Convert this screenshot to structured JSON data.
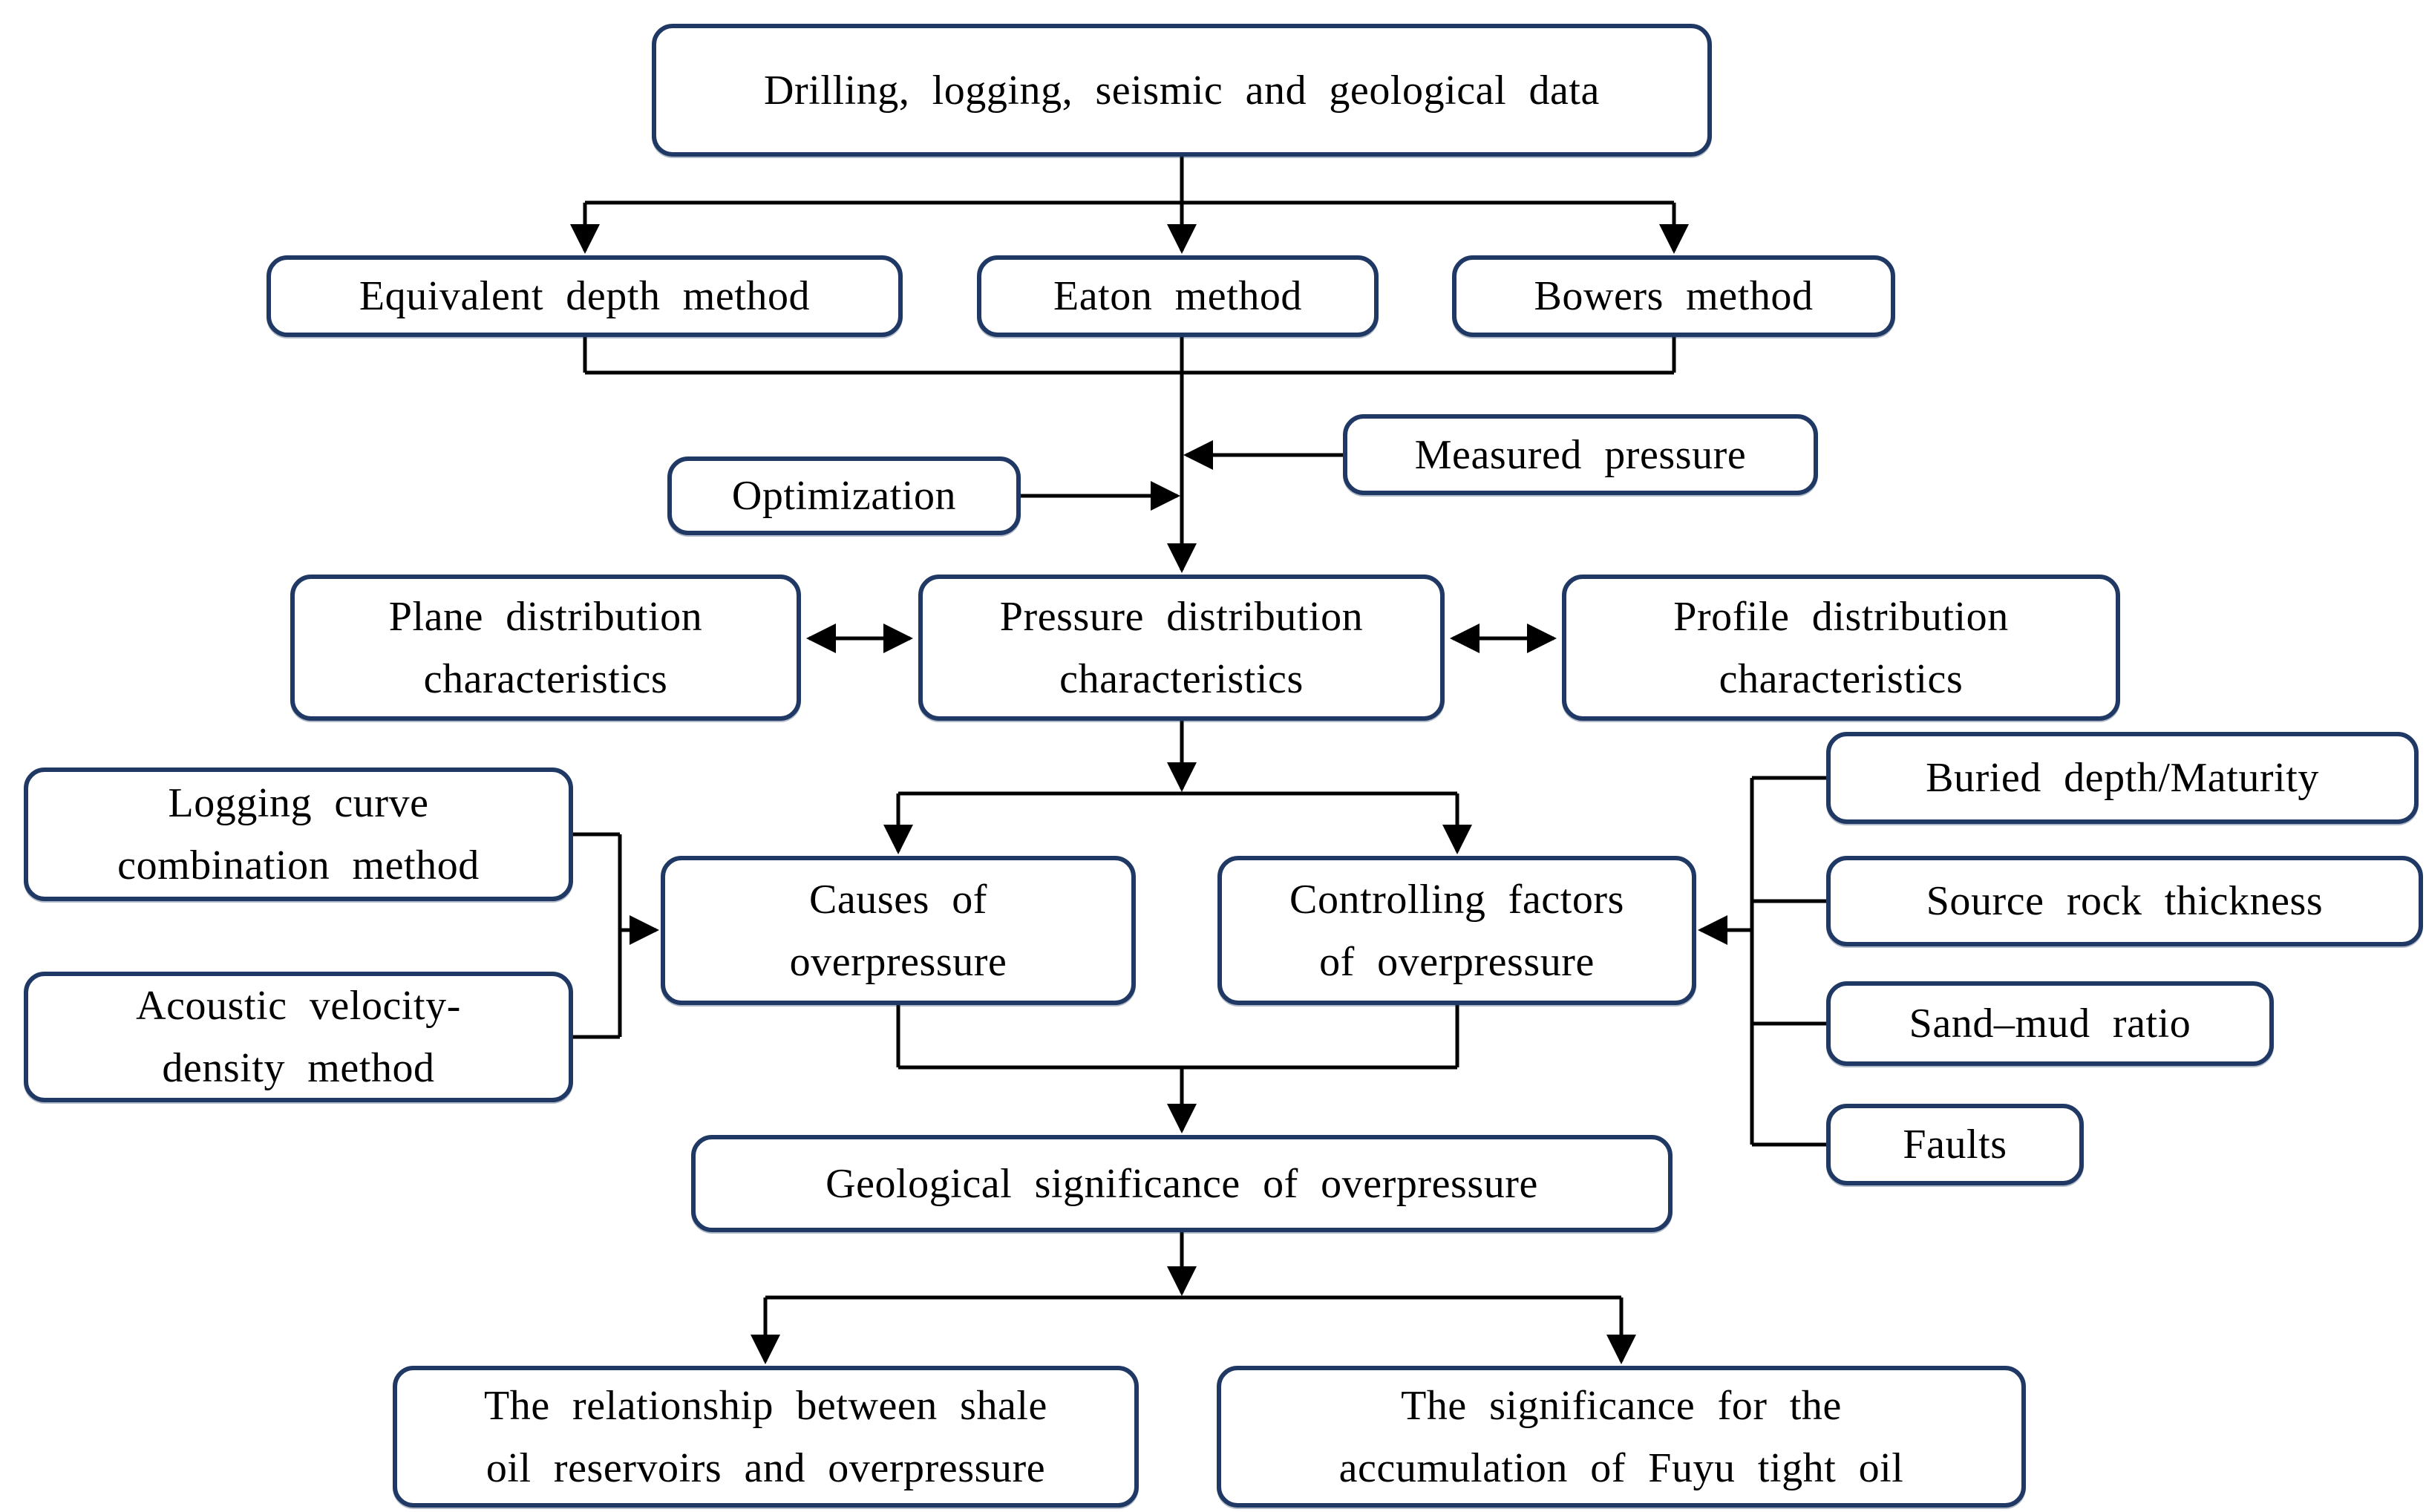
{
  "diagram": {
    "nodes": {
      "top_data": {
        "label": "Drilling, logging, seismic and geological data"
      },
      "equivalent_depth": {
        "label": "Equivalent depth method"
      },
      "eaton": {
        "label": "Eaton method"
      },
      "bowers": {
        "label": "Bowers method"
      },
      "optimization": {
        "label": "Optimization"
      },
      "measured_pressure": {
        "label": "Measured pressure"
      },
      "plane_distribution": {
        "label": "Plane distribution\ncharacteristics"
      },
      "pressure_distribution": {
        "label": "Pressure distribution\ncharacteristics"
      },
      "profile_distribution": {
        "label": "Profile distribution\ncharacteristics"
      },
      "logging_curve": {
        "label": "Logging curve\ncombination method"
      },
      "acoustic_velocity": {
        "label": "Acoustic velocity-\ndensity method"
      },
      "causes": {
        "label": "Causes of\noverpressure"
      },
      "controlling_factors": {
        "label": "Controlling factors\nof overpressure"
      },
      "buried_depth": {
        "label": "Buried depth/Maturity"
      },
      "source_rock": {
        "label": "Source rock thickness"
      },
      "sand_mud": {
        "label": "Sand–mud ratio"
      },
      "faults": {
        "label": "Faults"
      },
      "geological_significance": {
        "label": "Geological significance of overpressure"
      },
      "shale_oil": {
        "label": "The relationship between shale\noil reservoirs and overpressure"
      },
      "fuyu_tight_oil": {
        "label": "The significance for the\naccumulation of Fuyu tight oil"
      }
    },
    "colors": {
      "box_border": "#1f3864",
      "connector": "#000000",
      "text": "#000000",
      "background": "#ffffff"
    }
  }
}
